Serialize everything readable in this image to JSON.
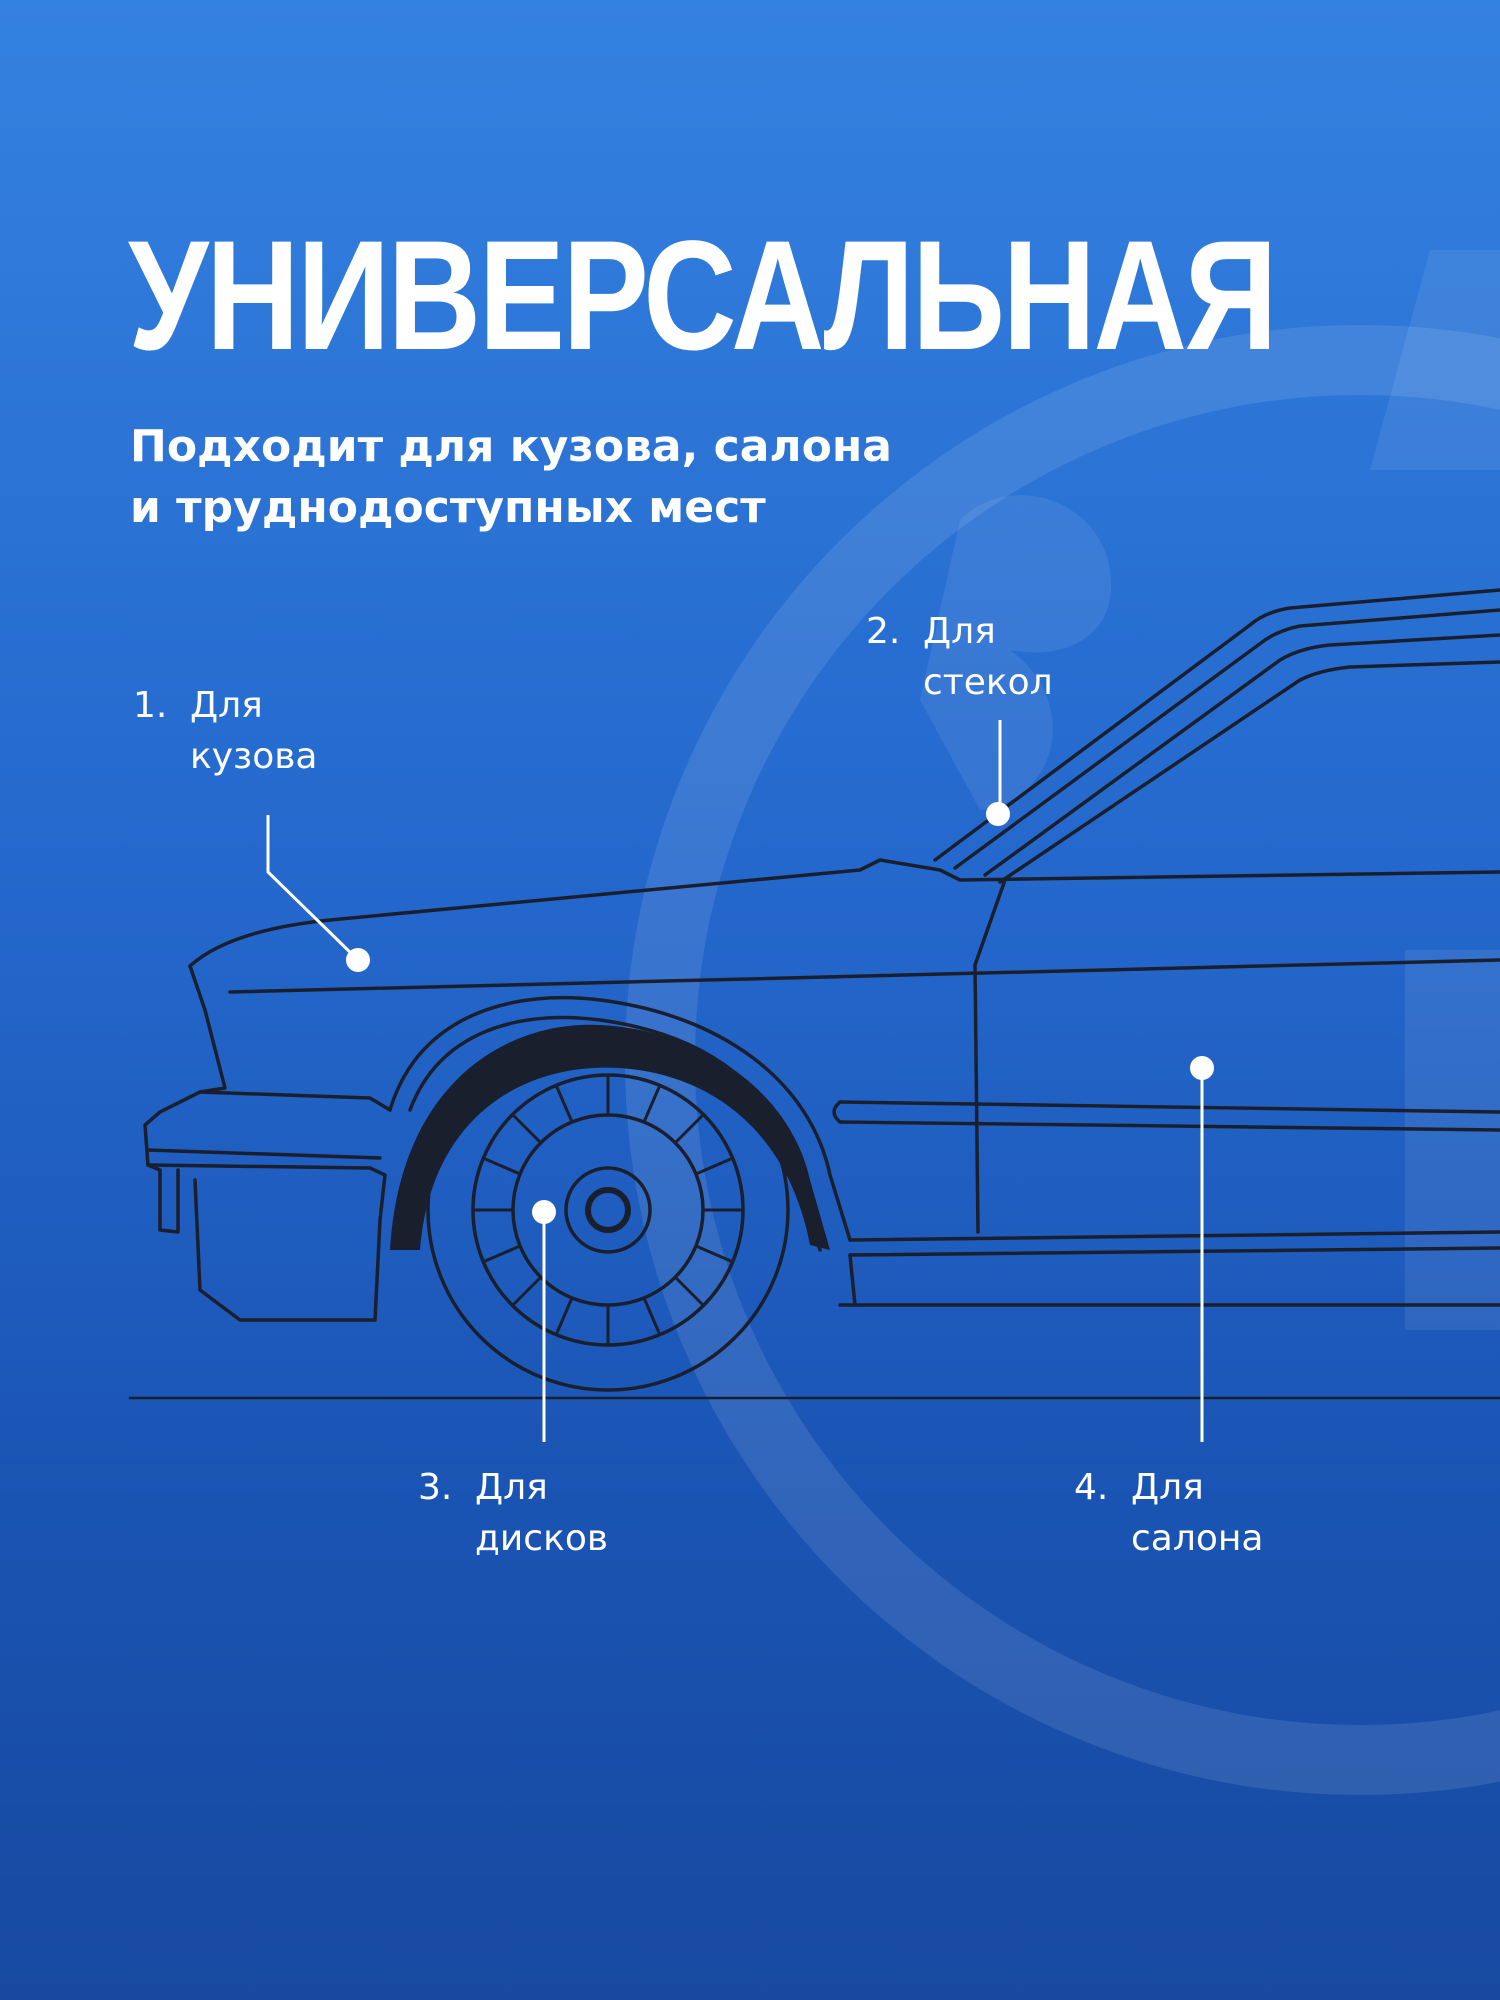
{
  "headline": "УНИВЕРСАЛЬНАЯ",
  "subtitle": {
    "line1": "Подходит для кузова, салона",
    "line2": "и труднодоступных мест"
  },
  "callouts": [
    {
      "number": "1.",
      "line1": "Для",
      "line2": "кузова"
    },
    {
      "number": "2.",
      "line1": "Для",
      "line2": "стекол"
    },
    {
      "number": "3.",
      "line1": "Для",
      "line2": "дисков"
    },
    {
      "number": "4.",
      "line1": "Для",
      "line2": "салона"
    }
  ],
  "colors": {
    "background_top": "#3381e0",
    "background_bottom": "#1749a0",
    "text": "#ffffff",
    "car_outline": "#1a1f2e",
    "watermark": "#ffffff"
  },
  "graphics": {
    "car": "car-outline-illustration",
    "watermark": "brand-logo-watermark"
  }
}
